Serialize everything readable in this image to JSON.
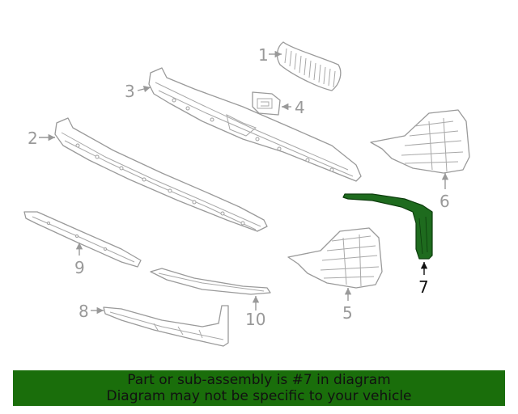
{
  "callouts": {
    "c1": "1",
    "c2": "2",
    "c3": "3",
    "c4": "4",
    "c5": "5",
    "c6": "6",
    "c7": "7",
    "c8": "8",
    "c9": "9",
    "c10": "10"
  },
  "highlighted_part": "7",
  "colors": {
    "highlight_fill": "#1e6b1e",
    "banner_bg": "#1a6e0b",
    "line_gray": "#9a9a9a"
  },
  "banner": {
    "line1": "Part or sub-assembly is #7 in diagram",
    "line2": "Diagram may not be specific to your vehicle"
  }
}
